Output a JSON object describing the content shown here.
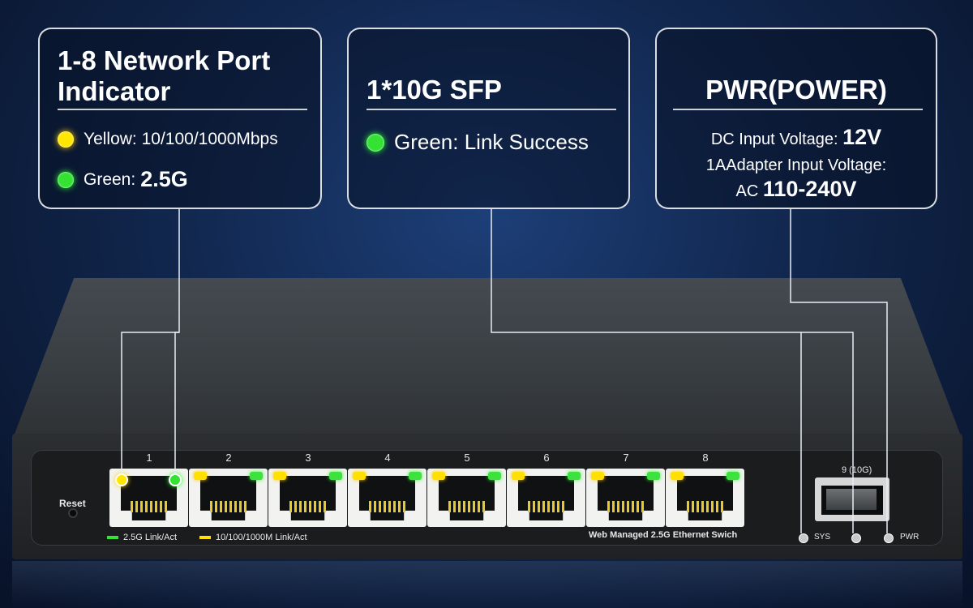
{
  "callouts": {
    "ports": {
      "title_line1": "1-8 Network Port",
      "title_line2": "Indicator",
      "yellow_label": "Yellow: 10/100/1000Mbps",
      "green_prefix": "Green: ",
      "green_value": "2.5G"
    },
    "sfp": {
      "title": "1*10G SFP",
      "green_label": "Green: Link Success"
    },
    "pwr": {
      "title": "PWR(POWER)",
      "dc_prefix": "DC Input Voltage: ",
      "dc_value": "12V",
      "adapter_label": "1AAdapter Input Voltage:",
      "ac_prefix": "AC ",
      "ac_value": "110-240V"
    }
  },
  "device": {
    "port_numbers": [
      "1",
      "2",
      "3",
      "4",
      "5",
      "6",
      "7",
      "8"
    ],
    "sfp_port_label": "9 (10G)",
    "reset_label": "Reset",
    "legend_green": "2.5G Link/Act",
    "legend_yellow": "10/100/1000M Link/Act",
    "model_text": "Web Managed 2.5G Ethernet Swich",
    "sys_label": "SYS",
    "pwr_label": "PWR"
  },
  "colors": {
    "led_yellow": "#ffe600",
    "led_green": "#34e234",
    "callout_border": "#ffffff",
    "background": "#11274e"
  }
}
